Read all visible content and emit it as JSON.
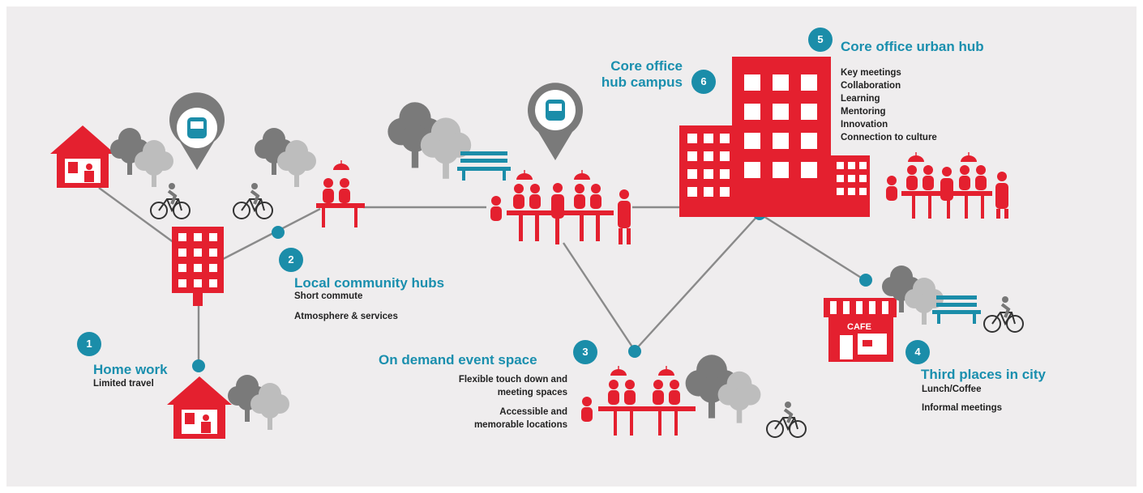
{
  "colors": {
    "accent": "#1b8da9",
    "red": "#e4202f",
    "grey": "#7a7a7a",
    "line": "#8a8a8a"
  },
  "nodes": [
    {
      "number": "1",
      "title": "Home work",
      "lines": [
        "Limited travel"
      ]
    },
    {
      "number": "2",
      "title": "Local community hubs",
      "lines": [
        "Short commute",
        "Atmosphere & services"
      ]
    },
    {
      "number": "3",
      "title": "On demand event space",
      "lines": [
        "Flexible touch down and",
        "meeting spaces",
        "Accessible and",
        "memorable locations"
      ]
    },
    {
      "number": "4",
      "title": "Third places in city",
      "lines": [
        "Lunch/Coffee",
        "Informal meetings"
      ]
    },
    {
      "number": "5",
      "title": "Core office urban hub",
      "lines": [
        "Key meetings",
        "Collaboration",
        "Learning",
        "Mentoring",
        "Innovation",
        "Connection to culture"
      ]
    },
    {
      "number": "6",
      "title_lines": [
        "Core office",
        "hub campus"
      ]
    }
  ],
  "cafe_sign": "CAFE",
  "icons": [
    "house-icon",
    "tree-icon",
    "bicycle-icon",
    "bus-stop-pin-icon",
    "office-building-icon",
    "meeting-table-icon",
    "bench-icon",
    "cafe-icon"
  ]
}
